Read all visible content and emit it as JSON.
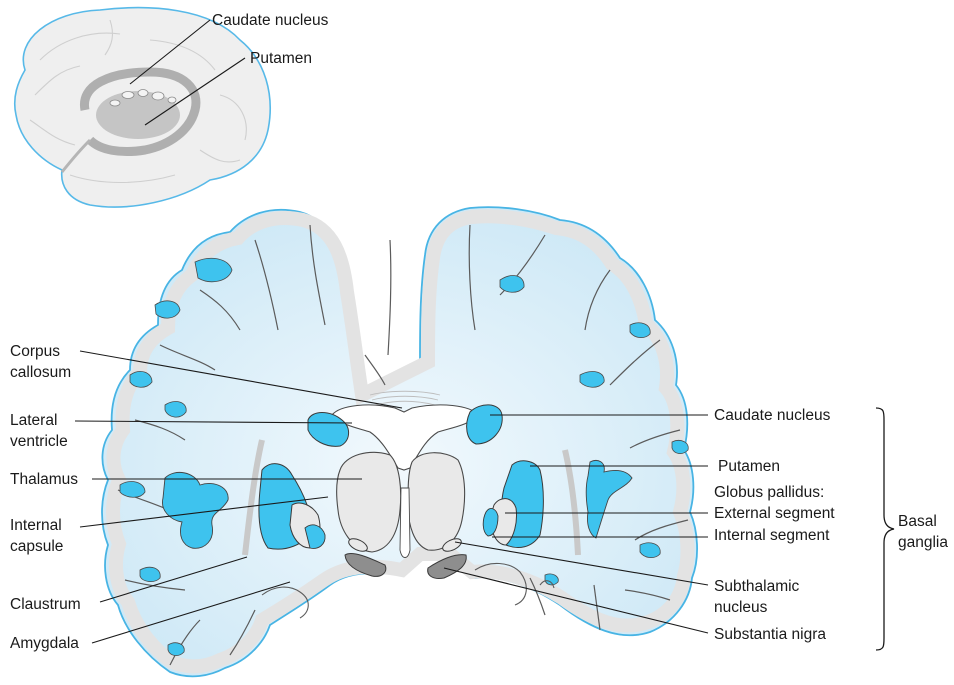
{
  "inset": {
    "labels": {
      "caudate": "Caudate nucleus",
      "putamen": "Putamen"
    }
  },
  "section": {
    "left_labels": {
      "corpus_1": "Corpus",
      "corpus_2": "callosum",
      "lateral_1": "Lateral",
      "lateral_2": "ventricle",
      "thalamus": "Thalamus",
      "internal_1": "Internal",
      "internal_2": "capsule",
      "claustrum": "Claustrum",
      "amygdala": "Amygdala"
    },
    "right_labels": {
      "caudate": "Caudate nucleus",
      "putamen": "Putamen",
      "globus_heading": "Globus pallidus:",
      "external": "External segment",
      "internal": "Internal segment",
      "subthalamic_1": "Subthalamic",
      "subthalamic_2": "nucleus",
      "nigra": "Substantia nigra"
    },
    "group_label_1": "Basal",
    "group_label_2": "ganglia"
  },
  "colors": {
    "structure_blue": "#3ec3ee",
    "white_matter": "#d8eef9",
    "gray_matter": "#e9e9e9",
    "outline": "#5b5b5b",
    "surface_edge": "#4cb6e6"
  }
}
